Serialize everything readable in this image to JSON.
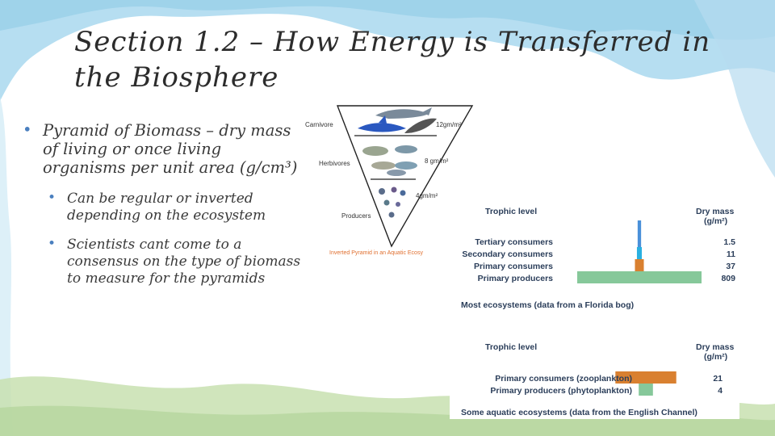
{
  "slide": {
    "title": "Section 1.2 – How Energy is Transferred in the Biosphere",
    "colors": {
      "bg_blue": "#a9d8ee",
      "bg_green": "#c8e1b0",
      "bullet": "#4a7fbf"
    }
  },
  "bullets": {
    "main": "Pyramid of Biomass – dry mass of living or once living organisms per unit area (g/cm³)",
    "sub1": "Can be regular or inverted depending on the ecosystem",
    "sub2": "Scientists cant come to a consensus on the type of biomass to measure for the pyramids"
  },
  "inverted_figure": {
    "levels": [
      "Carnivore",
      "Herbivores",
      "Producers"
    ],
    "values": [
      "12gm/m²",
      "8 gm/m²",
      "4gm/m²"
    ],
    "caption": "Inverted Pyramid in an Aquatic Ecosy",
    "icons": [
      "dolphin-icon",
      "shark-icon",
      "fish-icon",
      "plankton-icon"
    ]
  },
  "chart_data": [
    {
      "type": "bar",
      "header_left": "Trophic level",
      "header_right": "Dry mass (g/m²)",
      "categories": [
        "Tertiary consumers",
        "Secondary consumers",
        "Primary consumers",
        "Primary producers"
      ],
      "values": [
        1.5,
        11,
        37,
        809
      ],
      "value_labels": [
        "1.5",
        "11",
        "37",
        "809"
      ],
      "colors": [
        "#4a90d9",
        "#2ab0e0",
        "#d98030",
        "#86c89a"
      ],
      "caption": "Most ecosystems (data from a Florida bog)"
    },
    {
      "type": "bar",
      "header_left": "Trophic level",
      "header_right": "Dry mass (g/m²)",
      "categories": [
        "Primary consumers (zooplankton)",
        "Primary producers (phytoplankton)"
      ],
      "values": [
        21,
        4
      ],
      "value_labels": [
        "21",
        "4"
      ],
      "colors": [
        "#d98030",
        "#86c89a"
      ],
      "caption": "Some aquatic ecosystems (data from the English Channel)"
    }
  ]
}
